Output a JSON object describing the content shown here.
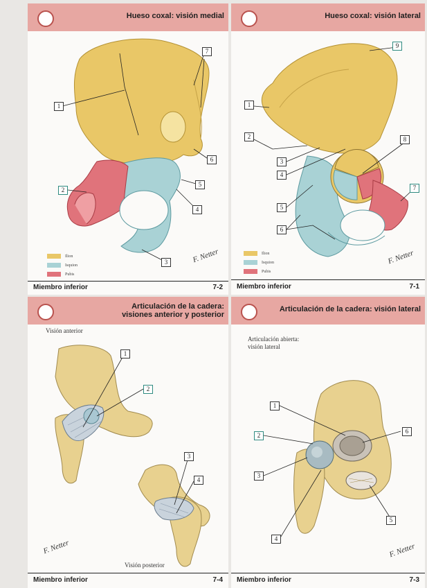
{
  "cards": [
    {
      "id": "card-7-2",
      "title": "Hueso coxal: visión medial",
      "section": "Miembro inferior",
      "number": "7-2",
      "labels": [
        "1",
        "2",
        "3",
        "4",
        "5",
        "6",
        "7"
      ],
      "legend": [
        {
          "name": "Ilion",
          "color": "#e9c767"
        },
        {
          "name": "Isquion",
          "color": "#a9d2d5"
        },
        {
          "name": "Pubis",
          "color": "#e0737b"
        }
      ]
    },
    {
      "id": "card-7-1",
      "title": "Hueso coxal: visión lateral",
      "section": "Miembro inferior",
      "number": "7-1",
      "labels": [
        "1",
        "2",
        "3",
        "4",
        "5",
        "6",
        "7",
        "8",
        "9"
      ],
      "legend": [
        {
          "name": "Ilion",
          "color": "#e9c767"
        },
        {
          "name": "Isquion",
          "color": "#a9d2d5"
        },
        {
          "name": "Pubis",
          "color": "#e0737b"
        }
      ]
    },
    {
      "id": "card-7-4",
      "title_line1": "Articulación de la cadera:",
      "title_line2": "visiones anterior y posterior",
      "section": "Miembro inferior",
      "number": "7-4",
      "caption_anterior": "Visión anterior",
      "caption_posterior": "Visión posterior",
      "labels": [
        "1",
        "2",
        "3",
        "4"
      ]
    },
    {
      "id": "card-7-3",
      "title": "Articulación de la cadera: visión lateral",
      "section": "Miembro inferior",
      "number": "7-3",
      "caption_line1": "Articulación abierta:",
      "caption_line2": "visión lateral",
      "labels": [
        "1",
        "2",
        "3",
        "4",
        "5",
        "6"
      ]
    }
  ],
  "colors": {
    "header": "#e7a7a2",
    "bone_yellow": "#e9c767",
    "bone_teal": "#a9d2d5",
    "bone_red": "#e0737b",
    "bone_natural": "#e8d18f"
  }
}
